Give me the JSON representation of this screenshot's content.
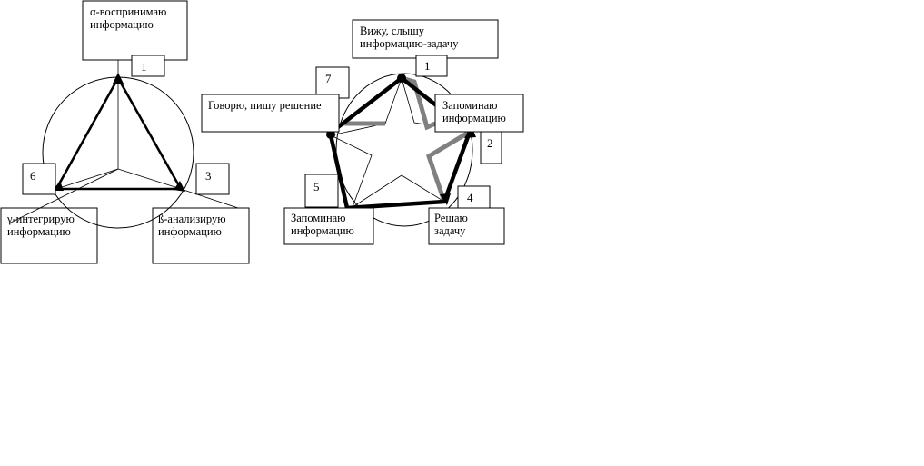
{
  "diagram": {
    "left": {
      "boxes": {
        "alpha": [
          "α-воспринимаю",
          "информацию"
        ],
        "beta": [
          "ß-анализирую",
          "информацию"
        ],
        "gamma": [
          "γ-интегрирую",
          "информацию"
        ]
      },
      "numbers": {
        "n1": "1",
        "n3": "3",
        "n6": "6"
      }
    },
    "right": {
      "boxes": {
        "see": [
          "Вижу, слышу",
          "информацию-задачу"
        ],
        "memorize_top": [
          "Запоминаю",
          "информацию"
        ],
        "solve": [
          "Решаю",
          "задачу"
        ],
        "memorize_bottom": [
          "Запоминаю",
          "информацию"
        ],
        "speak": [
          "Говорю, пишу решение"
        ]
      },
      "numbers": {
        "n1": "1",
        "n2": "2",
        "n4": "4",
        "n5": "5",
        "n7": "7"
      }
    },
    "colors": {
      "line": "#000000",
      "grey_path": "#808080",
      "background": "#ffffff"
    }
  }
}
